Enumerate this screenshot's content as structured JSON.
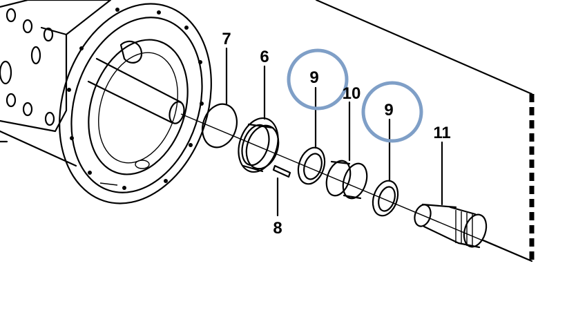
{
  "diagram": {
    "type": "exploded-parts-diagram",
    "part_labels": [
      {
        "id": "7",
        "text": "7"
      },
      {
        "id": "6",
        "text": "6"
      },
      {
        "id": "9a",
        "text": "9"
      },
      {
        "id": "10",
        "text": "10"
      },
      {
        "id": "9b",
        "text": "9"
      },
      {
        "id": "11",
        "text": "11"
      },
      {
        "id": "8",
        "text": "8"
      }
    ],
    "highlighted_parts": [
      "9a",
      "9b"
    ],
    "colors": {
      "line": "#000000",
      "background": "#ffffff",
      "highlight_circle": "#7f9fc7"
    }
  }
}
